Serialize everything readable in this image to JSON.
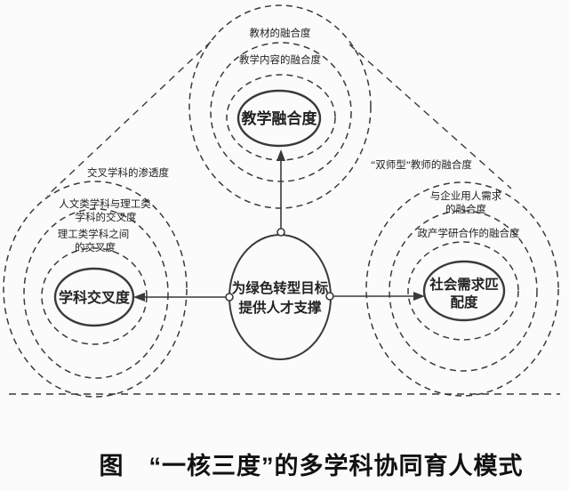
{
  "diagram": {
    "center_core": {
      "line1": "为绿色转型目标",
      "line2": "提供人才支撑"
    },
    "top_cluster": {
      "core_label": "教学融合度",
      "outer_label": "教材的融合度",
      "mid_label": "教学内容的融合度"
    },
    "left_cluster": {
      "core_label": "学科交叉度",
      "outer_label": "交叉学科的渗透度",
      "mid_label_line1": "人文类学科与理工类",
      "mid_label_line2": "学科的交叉度",
      "inner_label_line1": "理工类学科之间",
      "inner_label_line2": "的交叉度"
    },
    "right_cluster": {
      "core_label_line1": "社会需求匹",
      "core_label_line2": "配度",
      "outer_label": "“双师型”教师的融合度",
      "mid_label_line1": "与企业用人需求",
      "mid_label_line2": "的融合度",
      "inner_label": "政产学研合作的融合度"
    }
  },
  "caption": "图　“一核三度”的多学科协同育人模式",
  "colors": {
    "line": "#3a3a3a",
    "text": "#222222",
    "caption": "#111111",
    "background": "#fbfbfb"
  }
}
